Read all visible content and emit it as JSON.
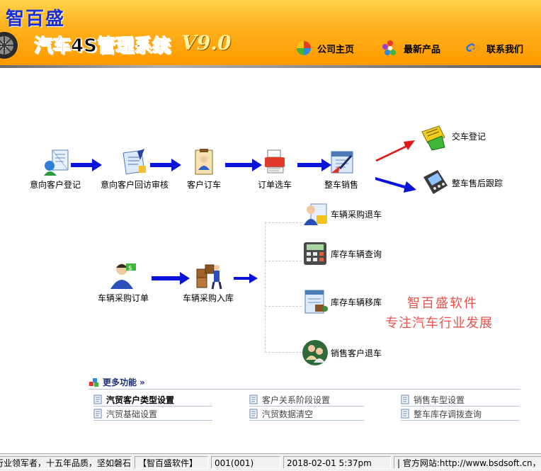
{
  "header": {
    "brand": "智百盛",
    "system_title": "汽车4S管理系统",
    "version": "V9.0",
    "nav": [
      {
        "label": "公司主页",
        "icon": "pinwheel-icon"
      },
      {
        "label": "最新产品",
        "icon": "flower-icon"
      },
      {
        "label": "联系我们",
        "icon": "chain-link-icon"
      }
    ]
  },
  "flow": {
    "sales": [
      {
        "label": "意向客户登记",
        "icon": "customer-register-icon"
      },
      {
        "label": "意向客户回访审核",
        "icon": "visit-review-icon"
      },
      {
        "label": "客户订车",
        "icon": "order-car-icon"
      },
      {
        "label": "订单选车",
        "icon": "choose-car-icon"
      },
      {
        "label": "整车销售",
        "icon": "vehicle-sale-icon"
      }
    ],
    "after_sale": [
      {
        "label": "交车登记",
        "icon": "delivery-icon"
      },
      {
        "label": "整车售后跟踪",
        "icon": "after-sale-tracking-icon"
      }
    ],
    "purchase": [
      {
        "label": "车辆采购订单",
        "icon": "purchase-order-icon"
      },
      {
        "label": "车辆采购入库",
        "icon": "purchase-stockin-icon"
      }
    ],
    "branches": [
      {
        "label": "车辆采购退车",
        "icon": "purchase-return-icon"
      },
      {
        "label": "库存车辆查询",
        "icon": "calculator-icon"
      },
      {
        "label": "库存车辆移库",
        "icon": "stock-transfer-icon"
      },
      {
        "label": "销售客户退车",
        "icon": "sales-return-icon"
      }
    ]
  },
  "promo": {
    "line1": "智百盛软件",
    "line2": "专注汽车行业发展"
  },
  "more": {
    "title": "更多功能",
    "chevron": "»",
    "items": [
      {
        "label": "汽贸客户类型设置",
        "bold": true
      },
      {
        "label": "客户关系阶段设置",
        "bold": false
      },
      {
        "label": "销售车型设置",
        "bold": false
      },
      {
        "label": "汽贸基础设置",
        "bold": false
      },
      {
        "label": "汽贸数据清空",
        "bold": false
      },
      {
        "label": "整车库存调拨查询",
        "bold": false
      }
    ]
  },
  "status": {
    "slogan": "行业领军者，十五年品质，坚如磐石",
    "company": "【智百盛软件】",
    "user": "001(001)",
    "datetime": "2018-02-01 5:37pm",
    "website": "| 官方网站:http://www.bsdsoft.cn，数"
  },
  "colors": {
    "header_top": "#ffd34a",
    "header_bottom": "#ff9a00",
    "brand": "#1a2fd6",
    "flow_arrow": "#0a14d8",
    "red_arrow": "#e01818",
    "promo": "#e8524a",
    "link_blue": "#1b2f78"
  }
}
